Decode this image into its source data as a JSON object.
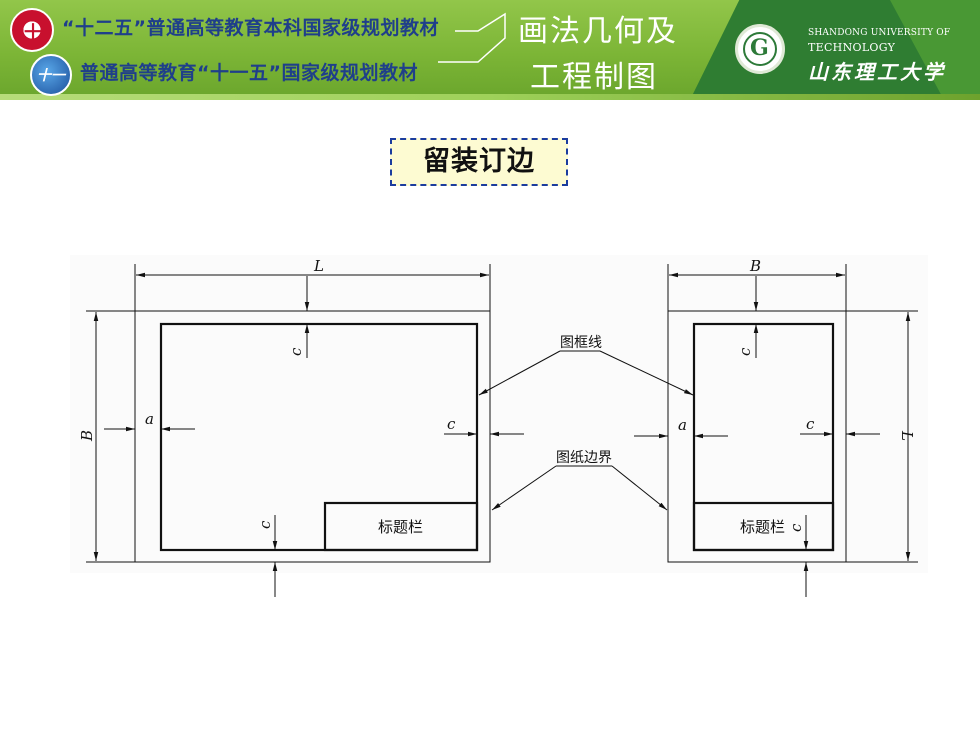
{
  "header": {
    "series_line_1": "“十二五”普通高等教育本科国家级规划教材",
    "series_line_2": "普通高等教育“十一五”国家级规划教材",
    "book_title_line_1": "画法几何及",
    "book_title_line_2": "工程制图",
    "university_en_line_1": "SHANDONG UNIVERSITY OF",
    "university_en_line_2": "TECHNOLOGY",
    "university_cn": "山东理工大学",
    "logos": [
      "shierwu-logo-icon",
      "shiyiwu-logo-icon",
      "university-emblem-icon"
    ],
    "colors": {
      "header_green": "#7cb536",
      "header_dark_green": "#2f7d32",
      "series_text": "#1f3f8a"
    }
  },
  "slide_title": "留装订边",
  "drawing": {
    "left_sheet": {
      "width_label": "L",
      "height_label": "B",
      "margin_top_label": "c",
      "margin_left_label": "a",
      "margin_right_label": "c",
      "margin_bottom_label": "c",
      "title_block_label": "标题栏"
    },
    "right_sheet": {
      "width_label": "B",
      "height_label": "L",
      "margin_top_label": "c",
      "margin_left_label": "a",
      "margin_right_label": "c",
      "margin_bottom_label": "c",
      "title_block_label": "标题栏"
    },
    "callout_frame_line": "图框线",
    "callout_sheet_border": "图纸边界"
  }
}
